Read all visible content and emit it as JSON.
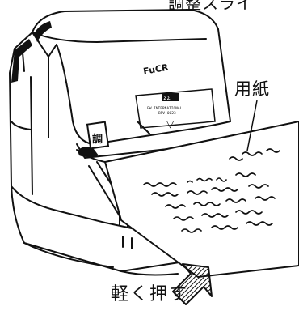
{
  "labels": {
    "adjust": "調整スライ",
    "paper": "用紙",
    "push": "軽く押す"
  },
  "device": {
    "logo": "FuCR",
    "badge": "ΣΣ",
    "badge_text_1": "FW INTERNATIONAL",
    "badge_text_2": "BPV-0023",
    "arrow_symbol": "▽",
    "slider_glyph": "調"
  },
  "icons": {
    "push_arrow": "hatched-arrow-icon"
  },
  "colors": {
    "ink": "#111111",
    "background": "#ffffff"
  }
}
